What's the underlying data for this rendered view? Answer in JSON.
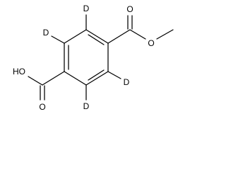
{
  "molecule": {
    "atoms": {
      "d_top": "D",
      "d_left": "D",
      "d_right": "D",
      "d_bottom": "D",
      "o_ester_single": "O",
      "o_ester_carbonyl": "O",
      "o_acid_carbonyl": "O",
      "hydroxyl": "HO"
    }
  },
  "colors": {
    "ink": "#000000",
    "background": "#ffffff"
  }
}
